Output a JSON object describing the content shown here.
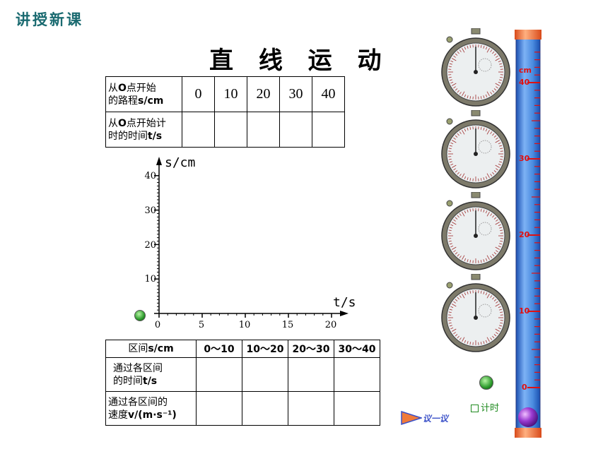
{
  "header": {
    "title": "讲授新课"
  },
  "main_title": "直 线 运 动",
  "table1": {
    "row1_header_line1": "从O点开始",
    "row1_header_line2": "的路程s/cm",
    "row1_values": [
      "0",
      "10",
      "20",
      "30",
      "40"
    ],
    "row2_header_line1": "从O点开始计",
    "row2_header_line2": "时的时间t/s"
  },
  "graph": {
    "ylabel": "s/cm",
    "xlabel": "t/s",
    "yticks": [
      "40",
      "30",
      "20",
      "10"
    ],
    "xticks": [
      "0",
      "5",
      "10",
      "15",
      "20"
    ]
  },
  "table2": {
    "header_label": "区间s/cm",
    "intervals": [
      "0～10",
      "10～20",
      "20～30",
      "30～40"
    ],
    "row2_line1": "通过各区间",
    "row2_line2": "的时间t/s",
    "row3_line1": "通过各区间的",
    "row3_line2": "速度v/(m·s⁻¹)"
  },
  "ruler": {
    "unit": "cm",
    "labels": [
      "40",
      "30",
      "20",
      "10",
      "0"
    ]
  },
  "controls": {
    "timer_label": "计时",
    "yiyiyi_label": "议一议"
  },
  "colors": {
    "header": "#1a6a70",
    "ruler_tube": "#4a8bdf",
    "ruler_labels": "#e01010",
    "cap": "#f07a3a",
    "ball": "#9a3ad0"
  }
}
